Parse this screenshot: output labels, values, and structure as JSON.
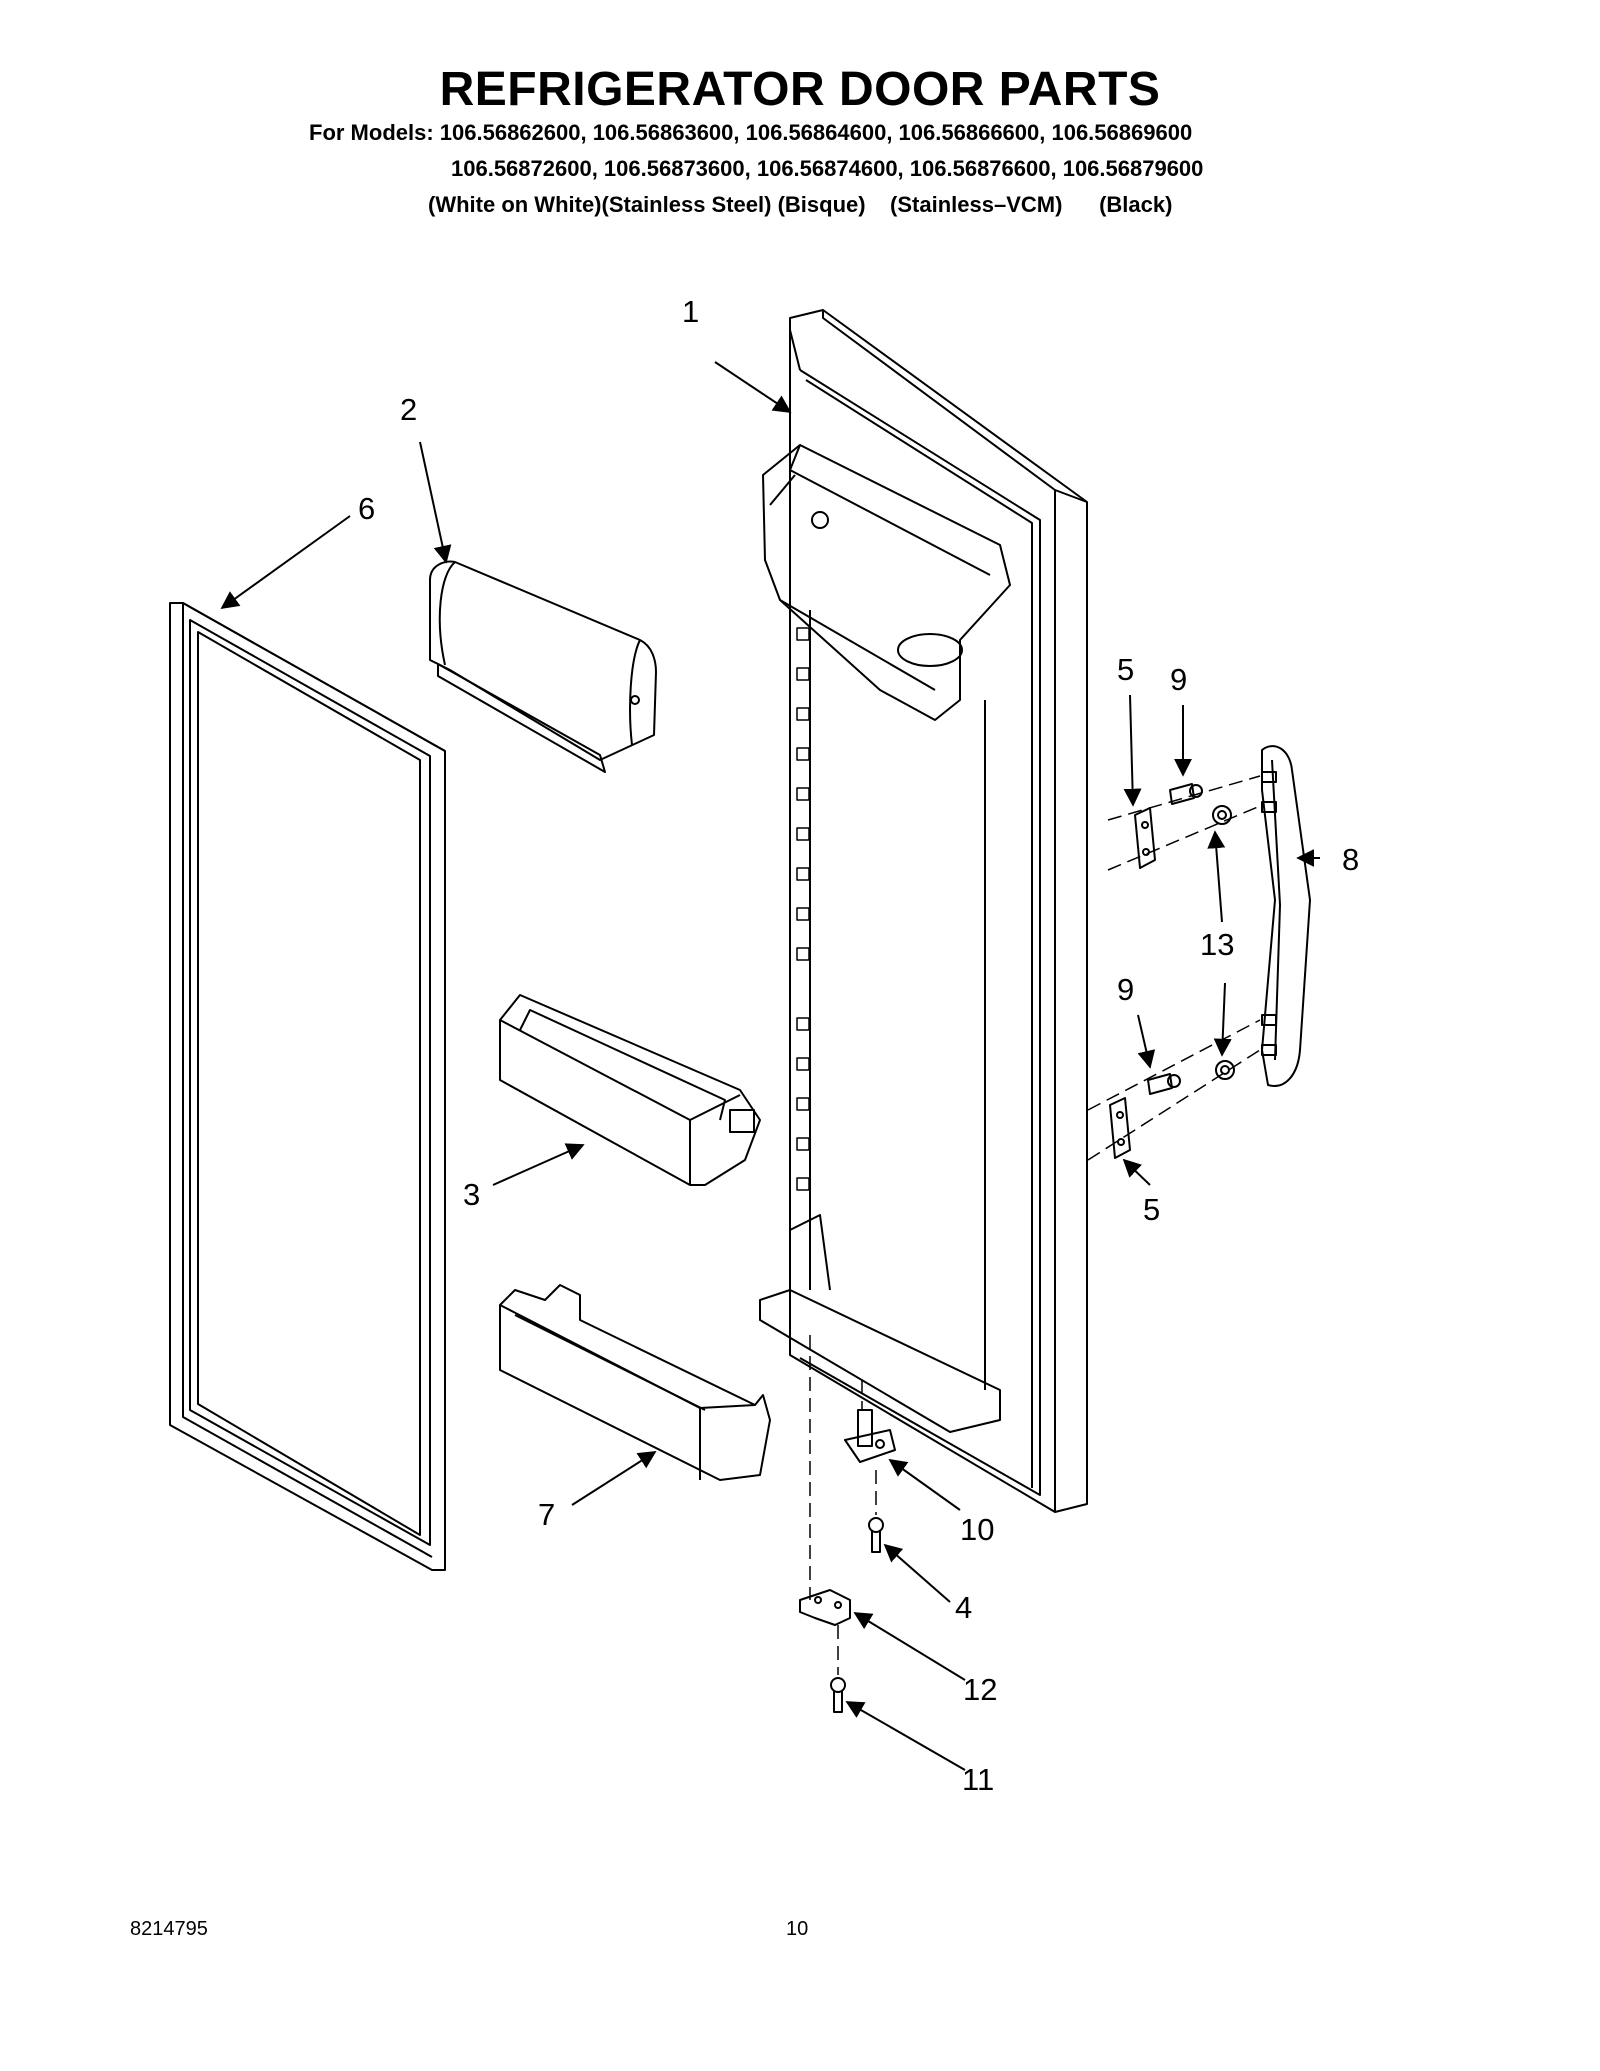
{
  "title": "REFRIGERATOR DOOR PARTS",
  "models": {
    "line1": "For Models: 106.56862600, 106.56863600, 106.56864600, 106.56866600, 106.56869600",
    "line2": "106.56872600, 106.56873600, 106.56874600, 106.56876600, 106.56879600",
    "line3": "(White on White)(Stainless Steel) (Bisque)    (Stainless–VCM)      (Black)"
  },
  "callouts": {
    "c1": "1",
    "c2": "2",
    "c3": "3",
    "c4": "4",
    "c5a": "5",
    "c5b": "5",
    "c6": "6",
    "c7": "7",
    "c8": "8",
    "c9a": "9",
    "c9b": "9",
    "c10": "10",
    "c11": "11",
    "c12": "12",
    "c13": "13"
  },
  "footer": {
    "doc_number": "8214795",
    "page_number": "10"
  }
}
